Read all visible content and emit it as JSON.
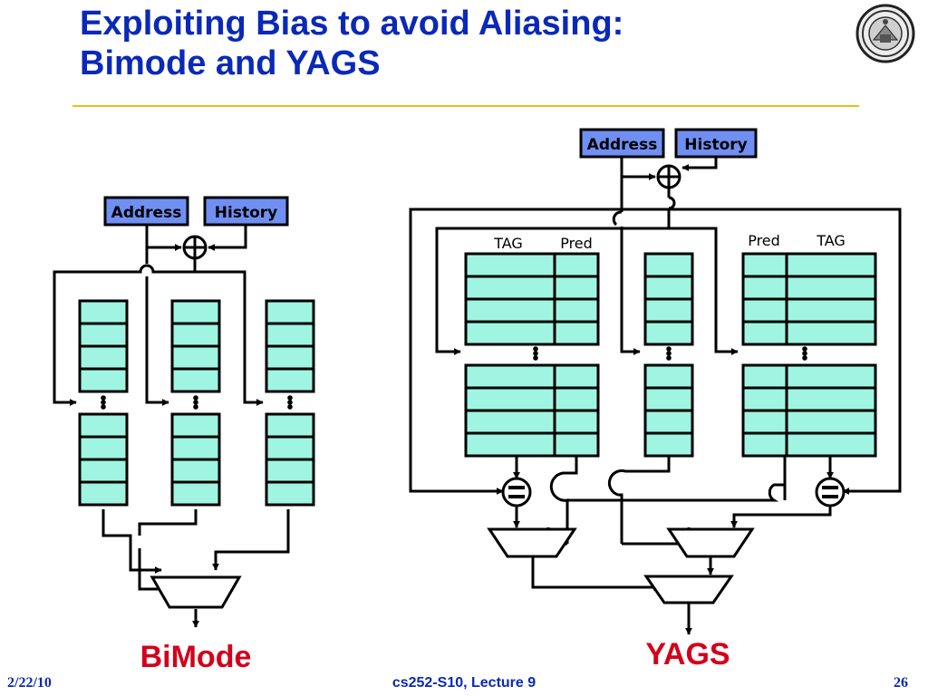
{
  "slide": {
    "title_line1": "Exploiting Bias to avoid Aliasing:",
    "title_line2": "Bimode and YAGS",
    "footer_date": "2/22/10",
    "footer_course": "cs252-S10, Lecture 9",
    "page_number": "26"
  },
  "colors": {
    "title_blue": "#0a29b8",
    "accent_rule": "#e8c11a",
    "table_fill": "#9ff5e1",
    "input_box_fill": "#6f8ff2",
    "caption_red": "#d4001b"
  },
  "logo": {
    "icon": "university-seal-icon"
  },
  "bimode": {
    "caption": "BiMode",
    "address_label": "Address",
    "history_label": "History",
    "xor_icon": "xor-icon",
    "mux_icon": "mux-icon"
  },
  "yags": {
    "caption": "YAGS",
    "address_label": "Address",
    "history_label": "History",
    "left_tag_header": "TAG",
    "left_pred_header": "Pred",
    "right_pred_header": "Pred",
    "right_tag_header": "TAG",
    "xor_icon": "xor-icon",
    "compare_icon": "comparator-icon",
    "mux_icon": "mux-icon"
  }
}
